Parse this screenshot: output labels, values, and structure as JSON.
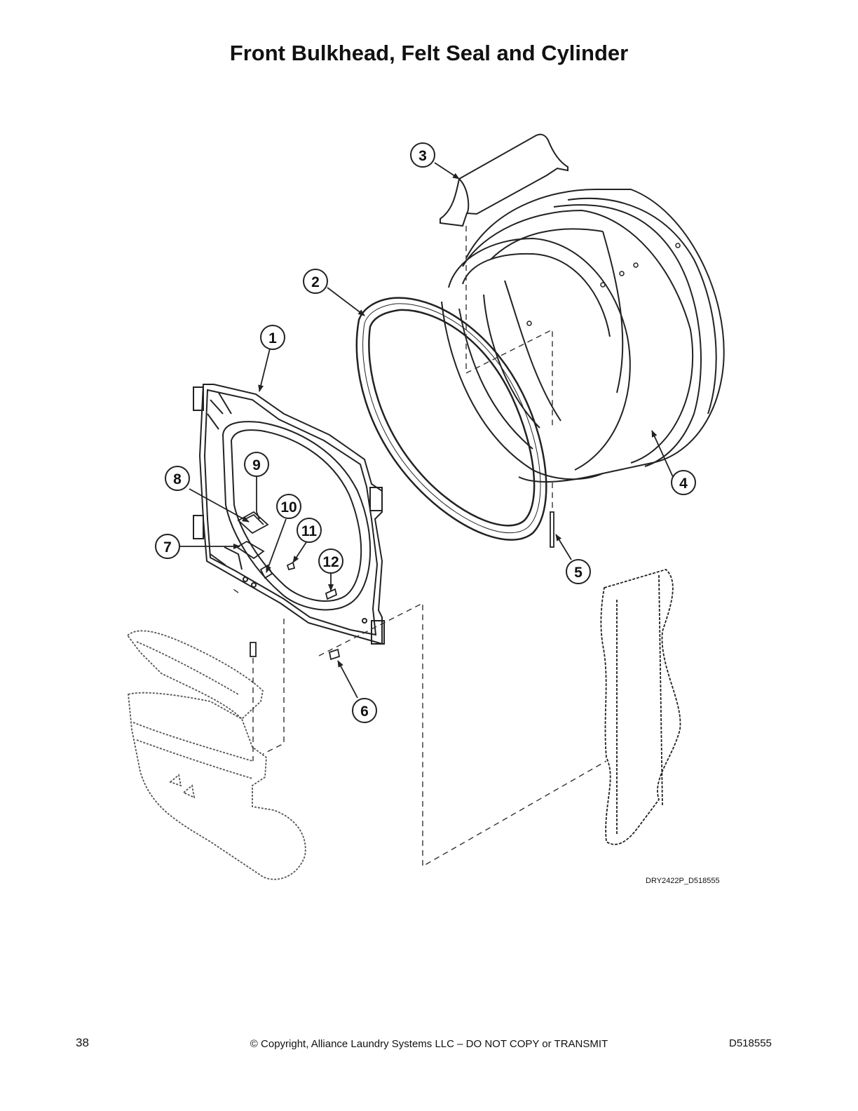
{
  "page": {
    "title": "Front Bulkhead, Felt Seal and Cylinder",
    "figure_code": "DRY2422P_D518555",
    "page_number": "38",
    "copyright": "© Copyright, Alliance Laundry Systems LLC – DO NOT COPY or TRANSMIT",
    "doc_number": "D518555"
  },
  "callouts": [
    {
      "label": "1"
    },
    {
      "label": "2"
    },
    {
      "label": "3"
    },
    {
      "label": "4"
    },
    {
      "label": "5"
    },
    {
      "label": "6"
    },
    {
      "label": "7"
    },
    {
      "label": "8"
    },
    {
      "label": "9"
    },
    {
      "label": "10"
    },
    {
      "label": "11"
    },
    {
      "label": "12"
    }
  ],
  "colors": {
    "line": "#222222",
    "ghost": "#888888"
  }
}
